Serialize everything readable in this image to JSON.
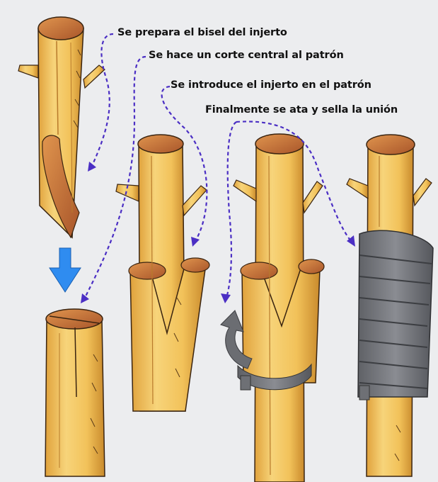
{
  "steps": [
    {
      "label": "Se prepara el bisel del injerto"
    },
    {
      "label": "Se hace un corte central al patrón"
    },
    {
      "label": "Se introduce el injerto en el patrón"
    },
    {
      "label": "Finalmente se ata y sella la unión"
    }
  ],
  "icons": {
    "down_arrow": "down-arrow-icon",
    "wrap_arrow": "curved-arrow-icon"
  },
  "colors": {
    "background": "#ecedef",
    "wood": "#f2c25a",
    "wood_shadow": "#c98a2c",
    "cut_end": "#c9743a",
    "pointer_lines": "#4b2fc4",
    "arrow": "#2f8cf0",
    "tape": "#7d7f85"
  }
}
